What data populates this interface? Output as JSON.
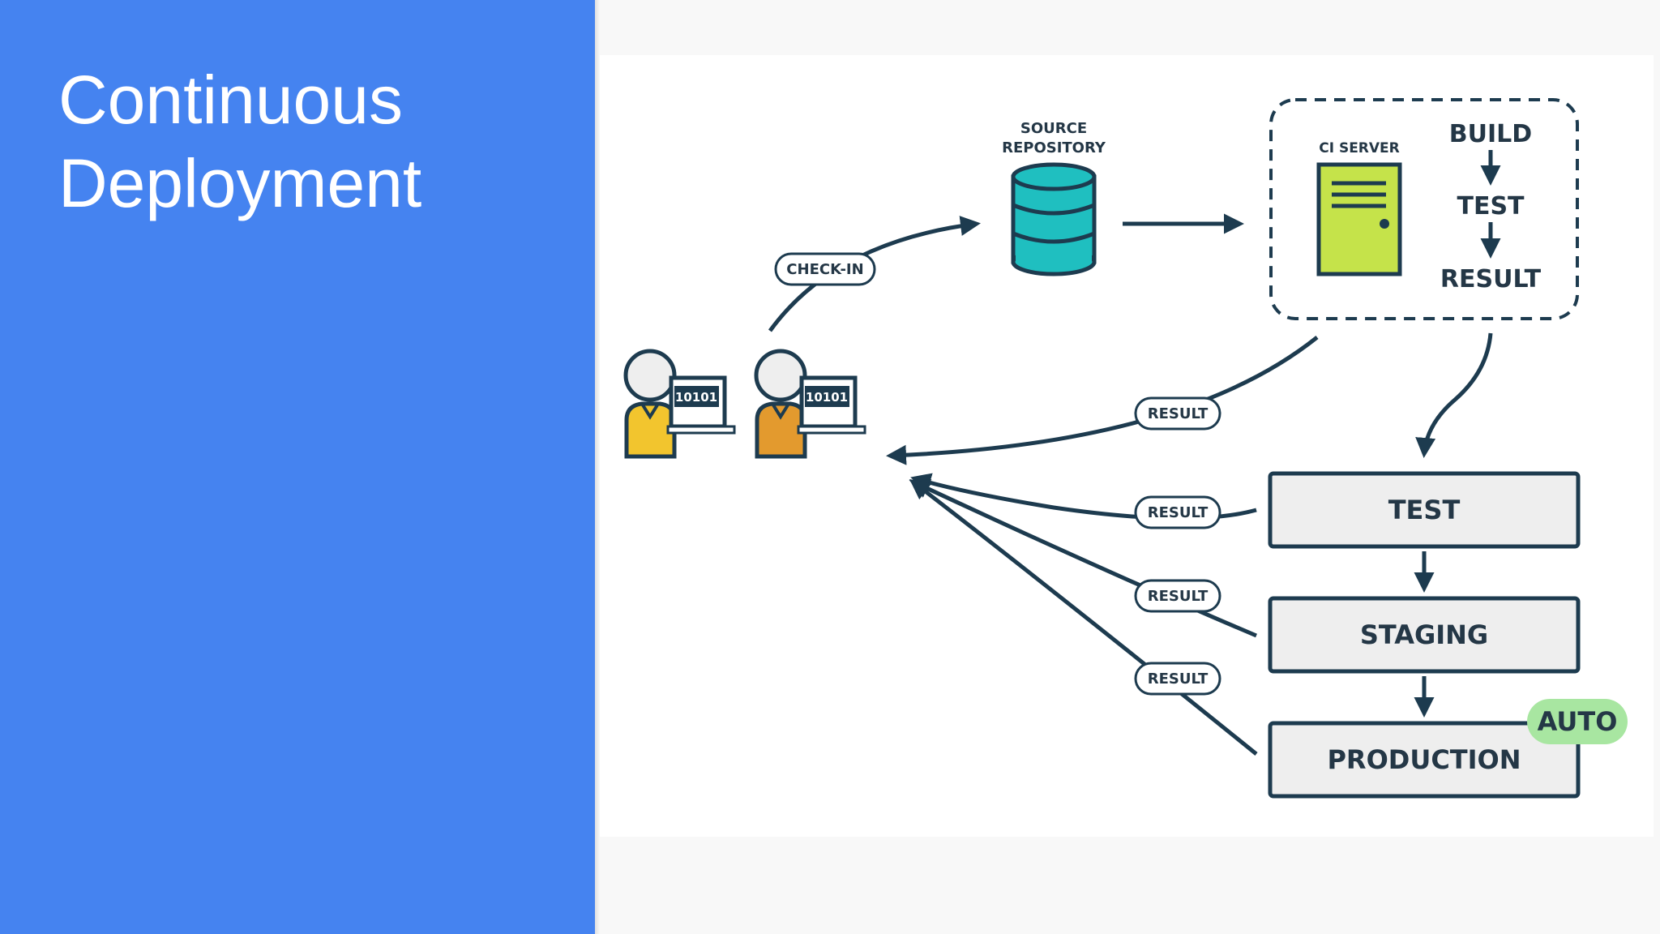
{
  "slide": {
    "title_line1": "Continuous",
    "title_line2": "Deployment"
  },
  "colors": {
    "panel": "#4583f0",
    "ink": "#1d3b4f",
    "database": "#1fbfc0",
    "ci_server": "#c5e34a",
    "auto_badge": "#a8e6a1",
    "stage_fill": "#eeeeee",
    "dev1_shirt": "#f2c52e",
    "dev2_shirt": "#e39a2e"
  },
  "diagram": {
    "check_in": "CHECK-IN",
    "source_repository_line1": "SOURCE",
    "source_repository_line2": "REPOSITORY",
    "ci_server": "CI SERVER",
    "ci_steps": [
      "BUILD",
      "TEST",
      "RESULT"
    ],
    "result_label": "RESULT",
    "stages": [
      "TEST",
      "STAGING",
      "PRODUCTION"
    ],
    "auto_badge": "AUTO",
    "laptop_code": "10101"
  }
}
